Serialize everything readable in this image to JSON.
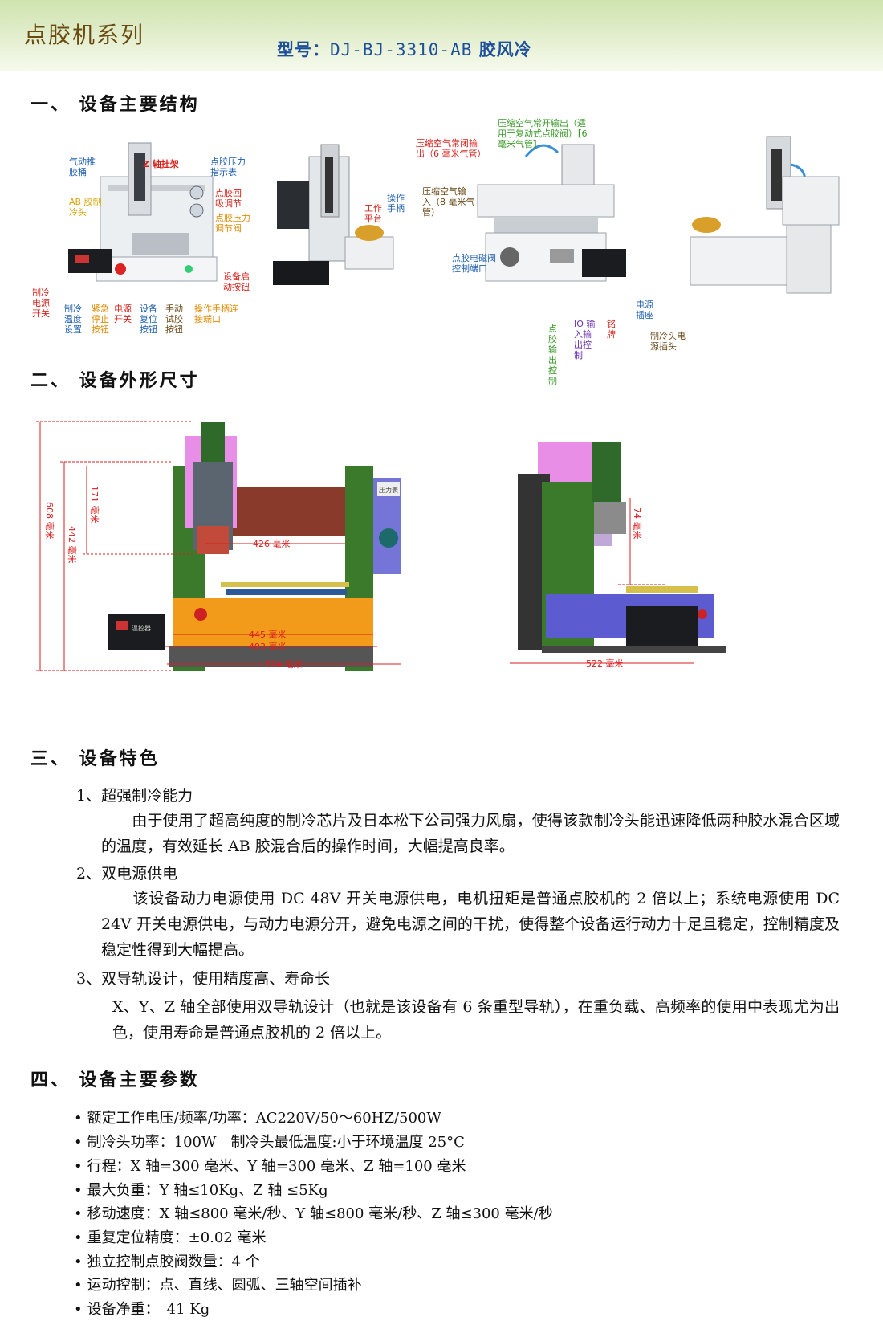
{
  "header": {
    "series": "点胶机系列",
    "model_prefix": "型号：",
    "model_code": "DJ-BJ-3310-AB",
    "model_suffix": "胶风冷"
  },
  "sections": {
    "s1": "一、 设备主要结构",
    "s2": "二、 设备外形尺寸",
    "s3": "三、 设备特色",
    "s4": "四、 设备主要参数"
  },
  "structure_labels": {
    "pneumatic_barrel": "气动推\n胶桶",
    "z_axis": "Z 轴挂架",
    "pressure_gauge": "点胶压力\n指示表",
    "suckback": "点胶回\n吸调节",
    "ab_cooler": "AB 胶制\n冷头",
    "pressure_valve": "点胶压力\n调节阀",
    "start_button": "设备启\n动按钮",
    "cool_power": "制冷\n电源\n开关",
    "cool_temp": "制冷\n温度\n设置",
    "estop": "紧急\n停止\n按钮",
    "power_switch": "电源\n开关",
    "reset": "设备\n复位\n按钮",
    "manual": "手动\n试胶\n按钮",
    "handle_port": "操作手柄连\n接端口",
    "work_platform": "工作\n平台",
    "handle": "操作\n手柄",
    "air_nc_out": "压缩空气常闭输\n出（6 毫米气管）",
    "air_no_out": "压缩空气常开输出（适\n用于复动式点胶阀）【6\n毫米气管】",
    "air_in": "压缩空气输\n入（8 毫米气\n管）",
    "valve_port": "点胶电磁阀\n控制端口",
    "dispense_out": "点\n胶\n输\n出\n控\n制",
    "io": "IO 输\n入输\n出控\n制",
    "nameplate": "铭\n牌",
    "power_socket": "电源\n插座",
    "cooler_plug": "制冷头电\n源插头"
  },
  "dimensions": {
    "h608": "608 毫米",
    "h442": "442 毫米",
    "h171": "171 毫米",
    "w426": "426 毫米",
    "w445": "445 毫米",
    "w493": "493 毫米",
    "w574": "574 毫米",
    "h74": "74 毫米",
    "w522": "522 毫米",
    "gauge_label": "压力表",
    "cooler_label": "温控器"
  },
  "features": [
    {
      "title": "1、超强制冷能力",
      "body": "　　由于使用了超高纯度的制冷芯片及日本松下公司强力风扇，使得该款制冷头能迅速降低两种胶水混合区域的温度，有效延长 AB 胶混合后的操作时间，大幅提高良率。"
    },
    {
      "title": "2、双电源供电",
      "body": "　　该设备动力电源使用 DC 48V 开关电源供电，电机扭矩是普通点胶机的 2 倍以上；系统电源使用 DC 24V 开关电源供电，与动力电源分开，避免电源之间的干扰，使得整个设备运行动力十足且稳定，控制精度及稳定性得到大幅提高。"
    },
    {
      "title": "3、双导轨设计，使用精度高、寿命长",
      "body": "X、Y、Z 轴全部使用双导轨设计（也就是该设备有 6 条重型导轨），在重负载、高频率的使用中表现尤为出色，使用寿命是普通点胶机的 2 倍以上。"
    }
  ],
  "params": [
    "额定工作电压/频率/功率：AC220V/50～60HZ/500W",
    "制冷头功率：100W　制冷头最低温度:小于环境温度 25°C",
    "行程：X 轴=300 毫米、Y 轴=300 毫米、Z 轴=100 毫米",
    "最大负重：Y 轴≤10Kg、Z 轴 ≤5Kg",
    "移动速度：X 轴≤800 毫米/秒、Y 轴≤800 毫米/秒、Z 轴≤300 毫米/秒",
    "重复定位精度：±0.02 毫米",
    "独立控制点胶阀数量：4 个",
    "运动控制：点、直线、圆弧、三轴空间插补",
    "设备净重：　41 Kg"
  ],
  "colors": {
    "header_green": "#cfe3ae",
    "model_blue": "#1d4f9a",
    "dim_red": "#d81e1e"
  }
}
